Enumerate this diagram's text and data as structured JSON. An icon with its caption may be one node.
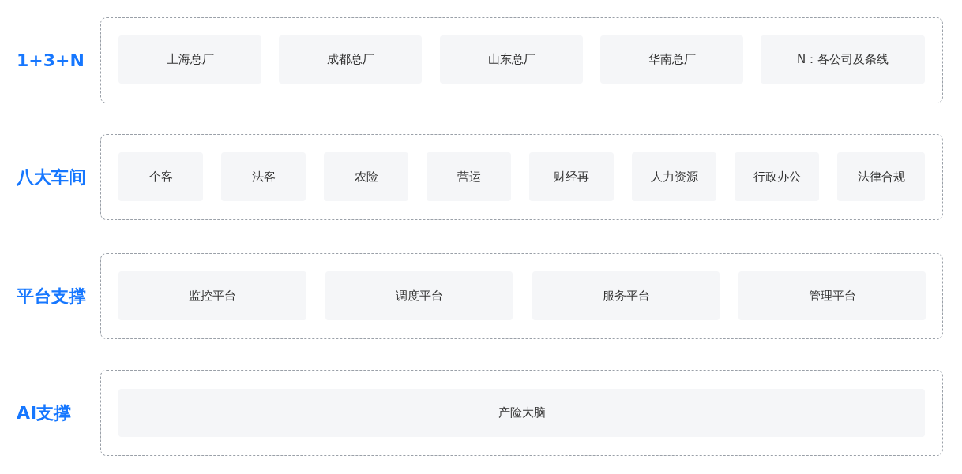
{
  "diagram": {
    "nodes": [
      {
        "text": [
          "1+3+N"
        ]
      },
      {
        "text": [
          "上海总厂"
        ],
        "in": 0
      },
      {
        "text": [
          "成都总厂"
        ],
        "in": 0
      },
      {
        "text": [
          "山东总厂"
        ],
        "in": 0
      },
      {
        "text": [
          "华南总厂"
        ],
        "in": 0
      },
      {
        "text": [
          "N：各公司及条线"
        ],
        "in": 0
      },
      {
        "text": [
          "八大车间"
        ]
      },
      {
        "text": [
          "个客"
        ],
        "in": 6
      },
      {
        "text": [
          "法客"
        ],
        "in": 6
      },
      {
        "text": [
          "农险"
        ],
        "in": 6
      },
      {
        "text": [
          "营运"
        ],
        "in": 6
      },
      {
        "text": [
          "财经再"
        ],
        "in": 6
      },
      {
        "text": [
          "人力资源"
        ],
        "in": 6
      },
      {
        "text": [
          "行政办公"
        ],
        "in": 6
      },
      {
        "text": [
          "法律合规"
        ],
        "in": 6
      },
      {
        "text": [
          "平台支撑"
        ]
      },
      {
        "text": [
          "监控平台"
        ],
        "in": 15
      },
      {
        "text": [
          "调度平台"
        ],
        "in": 15
      },
      {
        "text": [
          "服务平台"
        ],
        "in": 15
      },
      {
        "text": [
          "管理平台"
        ],
        "in": 15
      },
      {
        "text": [
          "AI支撑"
        ]
      },
      {
        "text": [
          "产险大脑"
        ],
        "in": 20
      }
    ]
  }
}
